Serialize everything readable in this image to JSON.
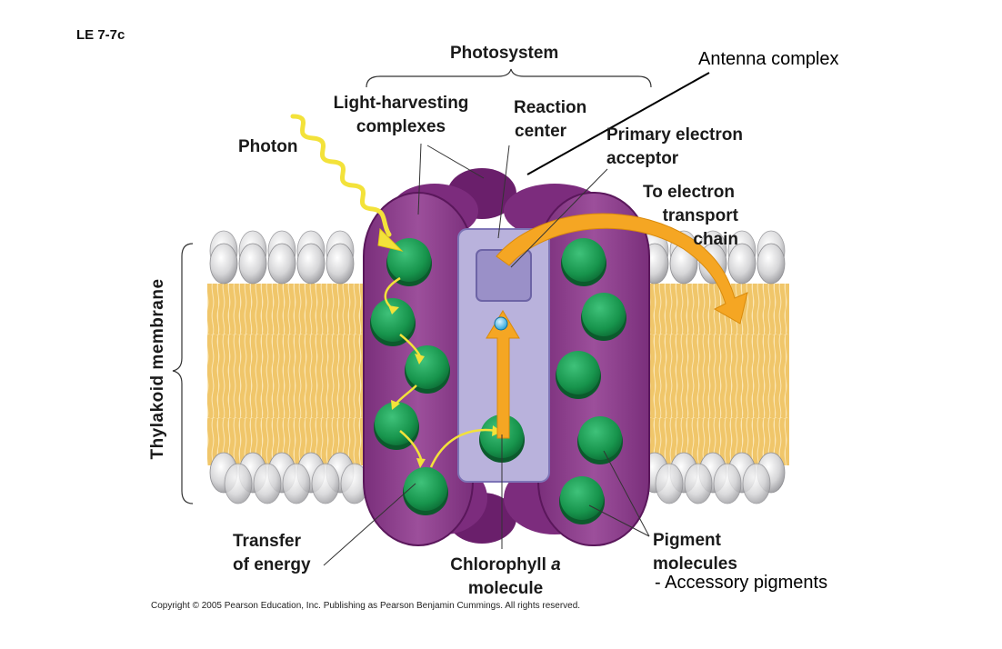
{
  "figure_label": "LE 7-7c",
  "labels": {
    "photosystem": "Photosystem",
    "antenna_complex": "Antenna complex",
    "light_harvesting_1": "Light-harvesting",
    "light_harvesting_2": "complexes",
    "reaction_center_1": "Reaction",
    "reaction_center_2": "center",
    "primary_acceptor_1": "Primary electron",
    "primary_acceptor_2": "acceptor",
    "photon": "Photon",
    "to_etc_1": "To electron",
    "to_etc_2": "transport",
    "to_etc_3": "chain",
    "thylakoid_membrane": "Thylakoid membrane",
    "transfer_1": "Transfer",
    "transfer_2": "of energy",
    "chlorophyll_1": "Chlorophyll ",
    "chlorophyll_a": "a",
    "chlorophyll_2": "molecule",
    "pigment_1": "Pigment",
    "pigment_2": "molecules",
    "accessory": "- Accessory pigments"
  },
  "copyright": "Copyright © 2005 Pearson Education, Inc. Publishing as Pearson Benjamin Cummings. All rights reserved.",
  "colors": {
    "lipid_head": "#d4d4d6",
    "lipid_tail": "#f0c66a",
    "protein_purple": "#8b3f8a",
    "protein_dark": "#6a1f6b",
    "reaction_center_fill": "#b9b2dc",
    "acceptor_fill": "#9a90c8",
    "pigment_green": "#1a9a52",
    "arrow_orange": "#f5a623",
    "arrow_yellow": "#f3e23a"
  }
}
